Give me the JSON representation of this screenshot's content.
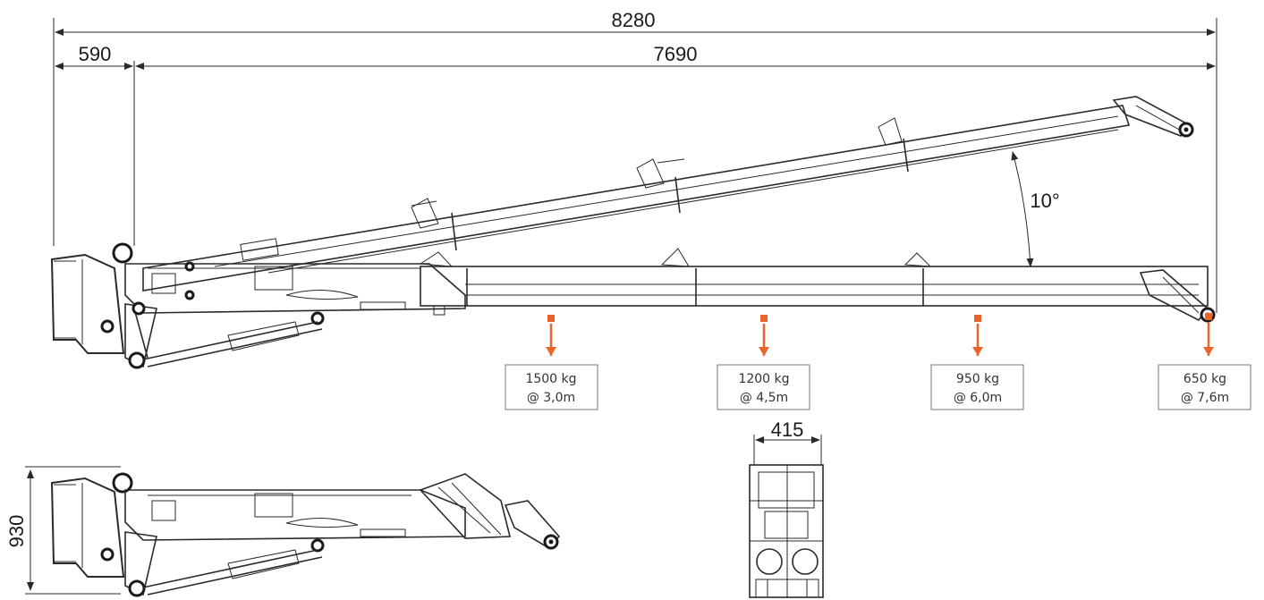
{
  "dimensions": {
    "overall_length": "8280",
    "base_offset": "590",
    "boom_reach": "7690",
    "boom_angle": "10°",
    "transport_height": "930",
    "width": "415"
  },
  "loads": [
    {
      "weight": "1500 kg",
      "radius": "@ 3,0m"
    },
    {
      "weight": "1200 kg",
      "radius": "@ 4,5m"
    },
    {
      "weight": "950 kg",
      "radius": "@ 6,0m"
    },
    {
      "weight": "650 kg",
      "radius": "@ 7,6m"
    }
  ],
  "colors": {
    "line": "#2a2a2a",
    "load_arrow": "#e8642c",
    "load_box_border": "#777777",
    "text": "#1a1a1a"
  },
  "icons": {
    "load_marker": "down-arrow-icon",
    "pivot": "pivot-pin-icon"
  }
}
